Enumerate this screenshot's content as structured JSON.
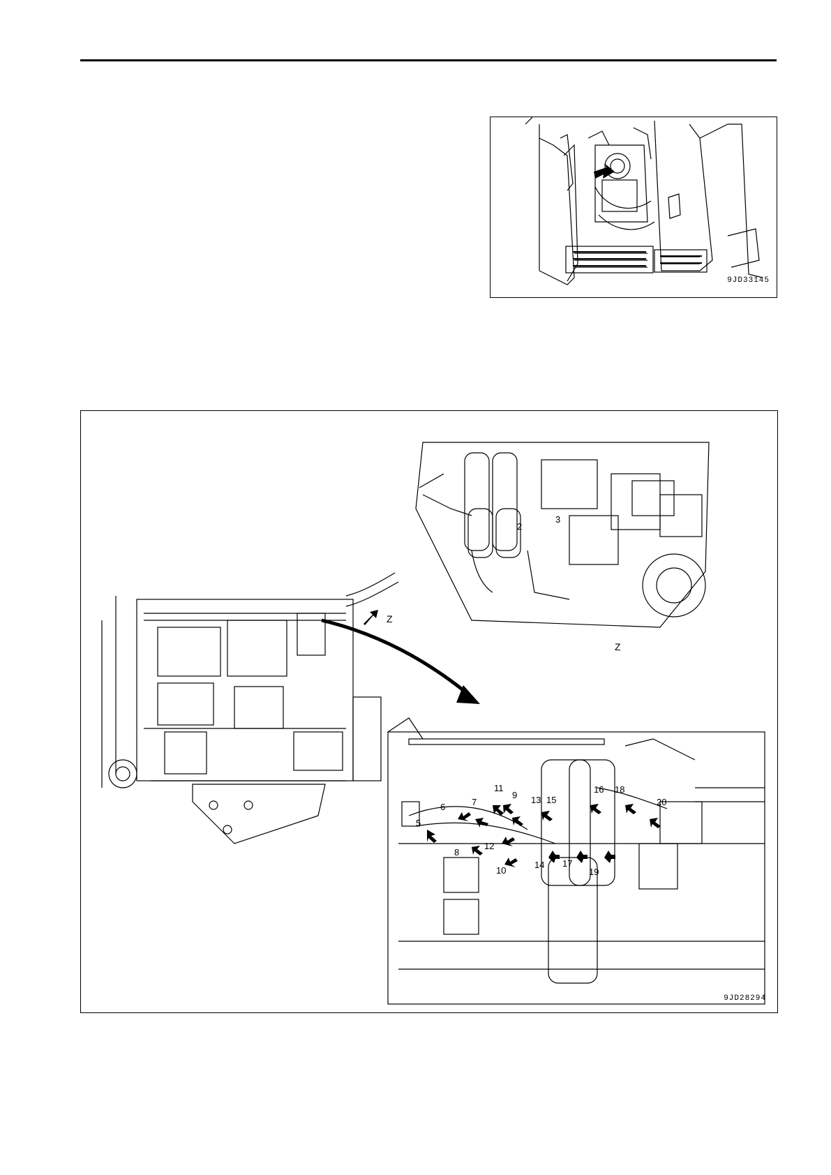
{
  "figures": {
    "top": {
      "code": "9JD33145"
    },
    "bottom": {
      "code": "9JD28294",
      "view_label": "Z",
      "view_arrow_label": "Z",
      "callouts": [
        "2",
        "3",
        "5",
        "6",
        "7",
        "8",
        "9",
        "10",
        "11",
        "12",
        "13",
        "14",
        "15",
        "16",
        "17",
        "18",
        "19",
        "20"
      ]
    }
  }
}
